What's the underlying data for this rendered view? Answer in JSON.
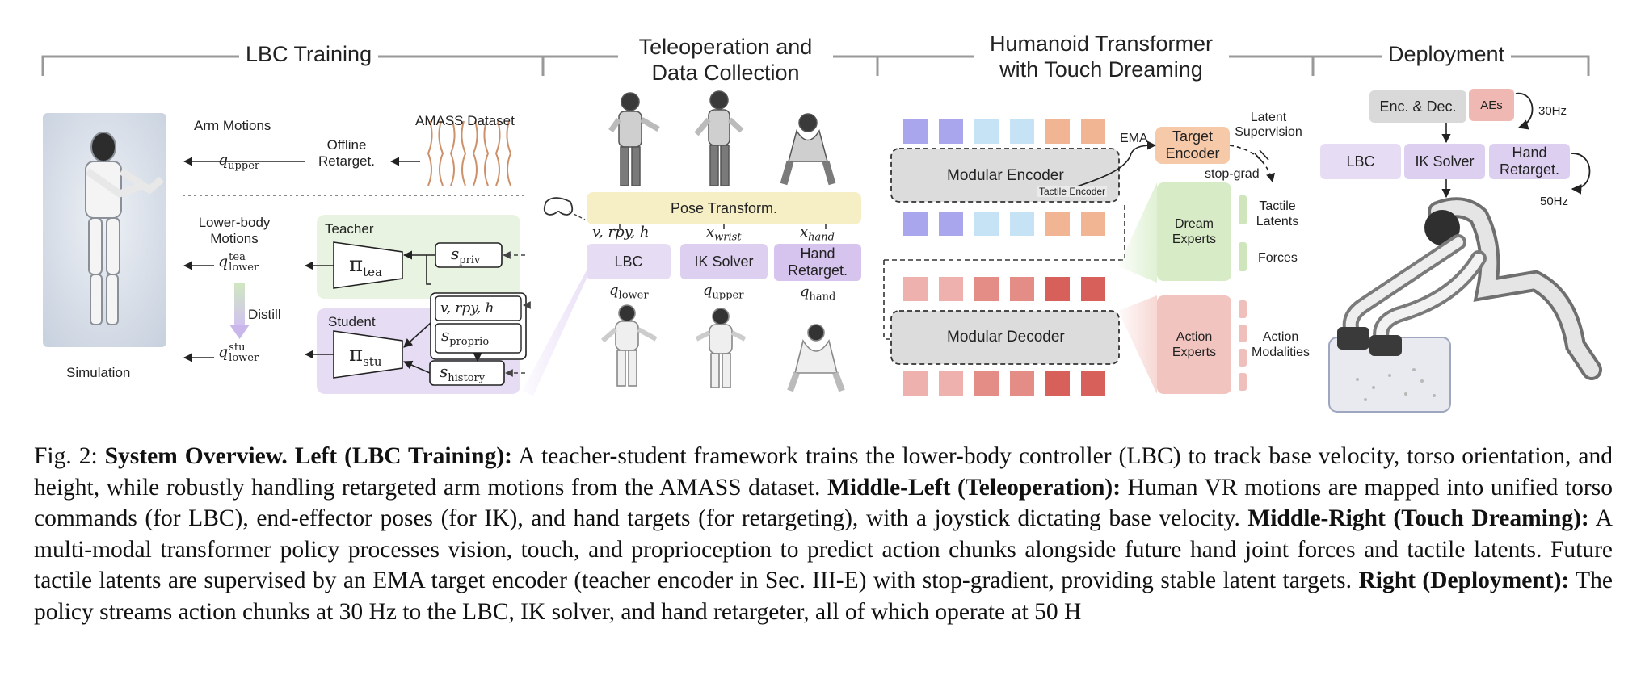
{
  "sections": {
    "lbc_training": "LBC Training",
    "teleop_line1": "Teleoperation and",
    "teleop_line2": "Data Collection",
    "transformer_line1": "Humanoid Transformer",
    "transformer_line2": "with Touch Dreaming",
    "deployment": "Deployment"
  },
  "lbc": {
    "arm_motions": "Arm Motions",
    "q_upper": "q",
    "q_upper_sub": "upper",
    "offline_retarget_1": "Offline",
    "offline_retarget_2": "Retarget.",
    "amass": "AMASS Dataset",
    "lower_body_1": "Lower-body",
    "lower_body_2": "Motions",
    "teacher": "Teacher",
    "student": "Student",
    "pi_tea": "π",
    "pi_tea_sub": "tea",
    "pi_stu": "π",
    "pi_stu_sub": "stu",
    "s_priv": "s",
    "s_priv_sub": "priv",
    "vrpyh": "v, rpy, h",
    "s_proprio": "s",
    "s_proprio_sub": "proprio",
    "s_history": "s",
    "s_history_sub": "history",
    "distill": "Distill",
    "q_lower_tea": "q",
    "q_lower_tea_sup": "tea",
    "q_lower_tea_sub": "lower",
    "q_lower_stu": "q",
    "q_lower_stu_sup": "stu",
    "q_lower_stu_sub": "lower",
    "simulation": "Simulation"
  },
  "teleop": {
    "pose_transform": "Pose Transform.",
    "v_rpy_h": "v, rpy, h",
    "x_wrist": "x",
    "x_wrist_sub": "wrist",
    "x_hand": "x",
    "x_hand_sub": "hand",
    "lbc": "LBC",
    "ik_solver": "IK Solver",
    "hand_retarget_1": "Hand",
    "hand_retarget_2": "Retarget.",
    "q_lower": "q",
    "q_lower_sub": "lower",
    "q_upper": "q",
    "q_upper_sub": "upper",
    "q_hand": "q",
    "q_hand_sub": "hand"
  },
  "transformer": {
    "ema": "EMA",
    "target_encoder_1": "Target",
    "target_encoder_2": "Encoder",
    "latent_supervision_1": "Latent",
    "latent_supervision_2": "Supervision",
    "stop_grad": "stop-grad",
    "modular_encoder": "Modular Encoder",
    "tactile_encoder": "Tactile Encoder",
    "modular_decoder": "Modular Decoder",
    "dream_experts_1": "Dream",
    "dream_experts_2": "Experts",
    "action_experts_1": "Action",
    "action_experts_2": "Experts",
    "tactile_latents_1": "Tactile",
    "tactile_latents_2": "Latents",
    "forces": "Forces",
    "action_modalities_1": "Action",
    "action_modalities_2": "Modalities",
    "token_colors_top": [
      "#a9a6ee",
      "#a9a6ee",
      "#c6e2f5",
      "#c6e2f5",
      "#f1b594",
      "#f1b594"
    ],
    "token_colors_bottom": [
      "#efb1ad",
      "#efb1ad",
      "#e48c86",
      "#e48c86",
      "#d8605a",
      "#d8605a"
    ]
  },
  "deployment": {
    "enc_dec": "Enc. & Dec.",
    "aes": "AEs",
    "hz30": "30Hz",
    "lbc": "LBC",
    "ik_solver": "IK Solver",
    "hand_retarget_1": "Hand",
    "hand_retarget_2": "Retarget.",
    "hz50": "50Hz"
  },
  "caption": {
    "fig": "Fig. 2: ",
    "b1": "System Overview. Left (LBC Training):",
    "t1": " A teacher-student framework trains the lower-body controller (LBC) to track base velocity, torso orientation, and height, while robustly handling retargeted arm motions from the AMASS dataset. ",
    "b2": "Middle-Left (Teleoperation):",
    "t2": " Human VR motions are mapped into unified torso commands (for LBC), end-effector poses (for IK), and hand targets (for retargeting), with a joystick dictating base velocity. ",
    "b3": "Middle-Right (Touch Dreaming):",
    "t3": " A multi-modal transformer policy processes vision, touch, and proprioception to predict action chunks alongside future hand joint forces and tactile latents. Future tactile latents are supervised by an EMA target encoder (teacher encoder in Sec. III-E) with stop-gradient, providing stable latent targets. ",
    "b4": "Right (Deployment):",
    "t4": " The policy streams action chunks at 30 Hz to the LBC, IK solver, and hand retargeter, all of which operate at 50 H"
  },
  "colors": {
    "lbc_purple": "#e6ddf5",
    "teacher_green": "#e8f4e1",
    "pose_yellow": "#f6eec4",
    "target_orange": "#f6c9a8",
    "dream_green": "#d7ebc7",
    "action_red": "#f1c4c0",
    "enc_gray": "#d9d9d9",
    "aes_pink": "#f0b8b2"
  }
}
